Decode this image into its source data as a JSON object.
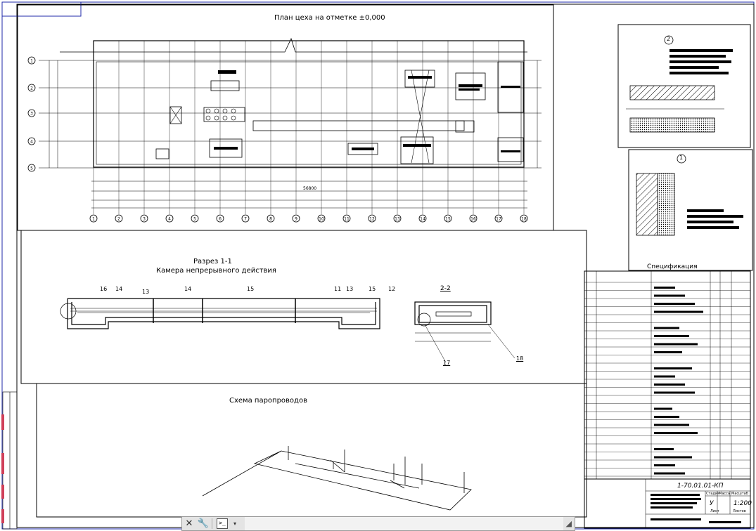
{
  "plan": {
    "title": "План цеха на отметке ±0,000",
    "total_dim": "56800"
  },
  "section": {
    "title": "Разрез 1-1",
    "subtitle": "Камера непрерывного действия",
    "cut_label": "2-2"
  },
  "steam": {
    "title": "Схема паропроводов"
  },
  "detail2": {
    "marker": "2"
  },
  "detail1": {
    "marker": "1"
  },
  "spec": {
    "title": "Спецификация"
  },
  "titleblock": {
    "code": "1-70.01.01-КП",
    "stage": "У",
    "scale": "1:200",
    "stage_hdr": "Стадия",
    "mass_hdr": "Масса",
    "scale_hdr": "Масштаб",
    "sheet": "Лист",
    "sheets": "Листов"
  },
  "grid_rows": [
    "1",
    "2",
    "3",
    "4",
    "5"
  ],
  "grid_cols": [
    "1",
    "2",
    "3",
    "4",
    "5",
    "6",
    "7",
    "8",
    "9",
    "10",
    "11",
    "12",
    "13",
    "14",
    "15",
    "16",
    "17",
    "18"
  ],
  "section_callouts": [
    "16",
    "14",
    "13",
    "14",
    "15",
    "11",
    "13",
    "15",
    "12"
  ],
  "section_small_callouts": [
    "17",
    "18"
  ],
  "cmdbar": {
    "placeholder": ""
  },
  "colors": {
    "frame_blue": "#1f2aa8",
    "line": "#000000",
    "accent_red": "#d0405a",
    "cmd_bg": "#e4e4e4"
  },
  "icons": [
    "close-icon",
    "wrench-icon",
    "command-prompt-icon",
    "dropdown-arrow-icon"
  ]
}
